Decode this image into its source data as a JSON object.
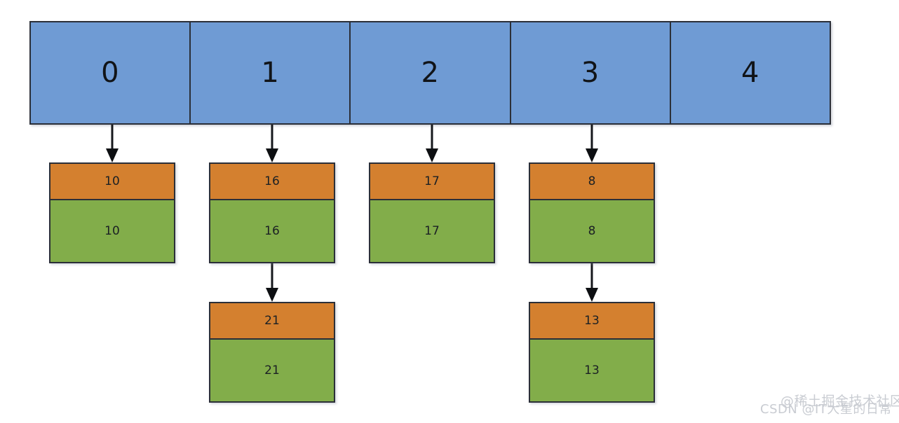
{
  "diagram": {
    "type": "hash-table-separate-chaining",
    "colors": {
      "bucket_fill": "#6f9bd4",
      "node_key_fill": "#d4802f",
      "node_value_fill": "#82ad4a",
      "stroke": "#2b2f38",
      "background": "#ffffff",
      "watermark": "#c9ccd2"
    },
    "bucket_array": {
      "name": "hash-bucket-array",
      "cells": [
        {
          "index": "0"
        },
        {
          "index": "1"
        },
        {
          "index": "2"
        },
        {
          "index": "3"
        },
        {
          "index": "4"
        }
      ]
    },
    "chains": [
      {
        "bucket": "0",
        "nodes": [
          {
            "key": "10",
            "value": "10"
          }
        ]
      },
      {
        "bucket": "1",
        "nodes": [
          {
            "key": "16",
            "value": "16"
          },
          {
            "key": "21",
            "value": "21"
          }
        ]
      },
      {
        "bucket": "2",
        "nodes": [
          {
            "key": "17",
            "value": "17"
          }
        ]
      },
      {
        "bucket": "3",
        "nodes": [
          {
            "key": "8",
            "value": "8"
          },
          {
            "key": "13",
            "value": "13"
          }
        ]
      },
      {
        "bucket": "4",
        "nodes": []
      }
    ]
  },
  "watermarks": {
    "primary": "@稀土掘金技术社区",
    "secondary": "CSDN @IT大星的日常"
  }
}
